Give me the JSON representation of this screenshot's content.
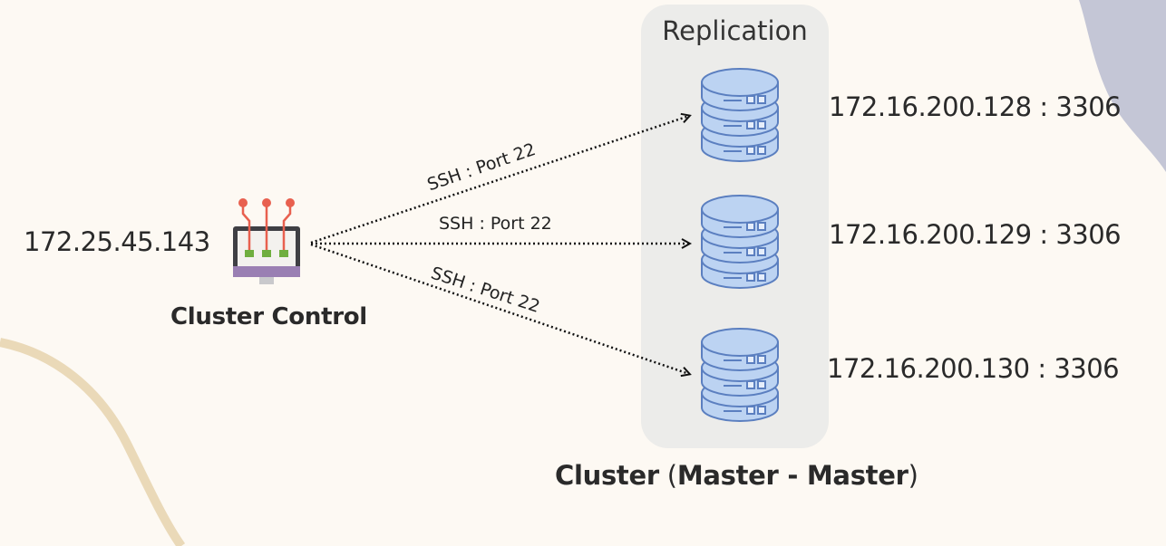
{
  "controller": {
    "ip": "172.25.45.143",
    "name": "Cluster Control",
    "icon": "monitor-circuit-icon"
  },
  "replication_group": {
    "title": "Replication"
  },
  "servers": [
    {
      "label": "172.16.200.128 : 3306",
      "icon": "database-server-icon"
    },
    {
      "label": "172.16.200.129 : 3306",
      "icon": "database-server-icon"
    },
    {
      "label": "172.16.200.130 : 3306",
      "icon": "database-server-icon"
    }
  ],
  "links": [
    {
      "label": "SSH : Port 22"
    },
    {
      "label": "SSH : Port 22"
    },
    {
      "label": "SSH : Port 22"
    }
  ],
  "cluster": {
    "title_bold_1": "Cluster",
    "title_paren_open": " (",
    "title_bold_2": "Master - Master",
    "title_paren_close": ")"
  },
  "colors": {
    "background": "#fdf9f3",
    "group_box": "#ececea",
    "db_fill": "#bcd3f2",
    "db_stroke": "#5b7fc0",
    "monitor_purple": "#9a7fb3",
    "monitor_green": "#6fae3f",
    "monitor_red": "#e8604f",
    "corner_blob": "#c4c6d6",
    "curve_tan": "#ead9b8"
  }
}
